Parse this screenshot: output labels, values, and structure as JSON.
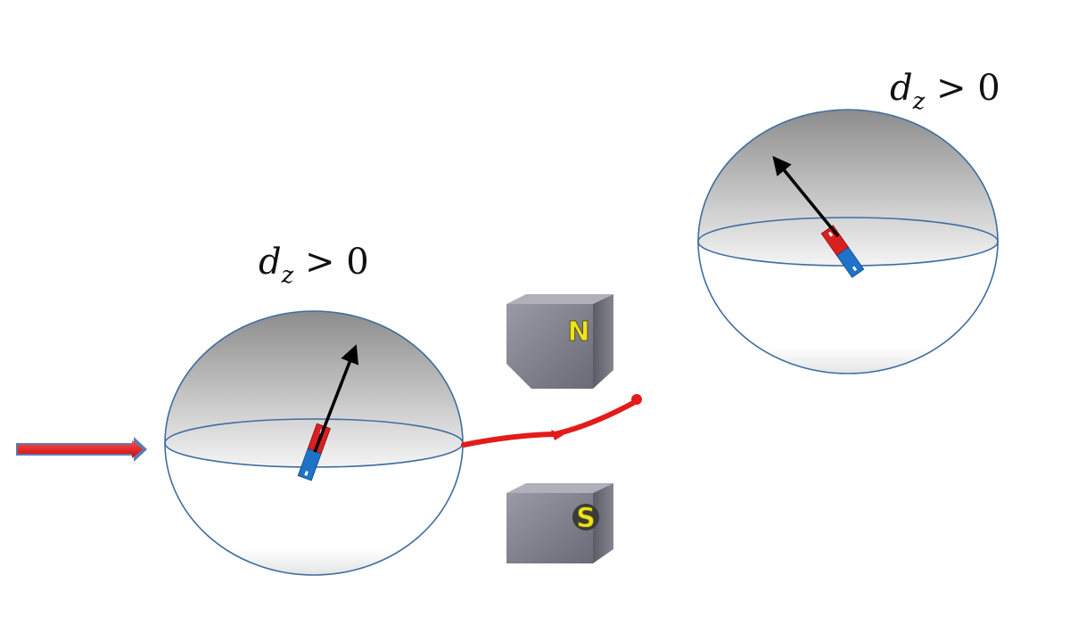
{
  "labels": {
    "left_condition": {
      "var": "d",
      "sub": "z",
      "rel": " > 0"
    },
    "right_condition": {
      "var": "d",
      "sub": "z",
      "rel": " > 0"
    }
  },
  "magnets": {
    "top_pole": "N",
    "bottom_pole": "S"
  },
  "colors": {
    "beam": "#e31b1b",
    "sphere_edge": "#3f6d9e",
    "bar_north": "#d92020",
    "bar_south": "#1e73c8",
    "arrow": "#000000",
    "magnet_body": "#7b7b86"
  },
  "icons": [
    "incoming-beam-arrow",
    "bloch-sphere",
    "bar-magnet",
    "spin-vector-arrow",
    "deflected-beam",
    "magnet-block"
  ]
}
